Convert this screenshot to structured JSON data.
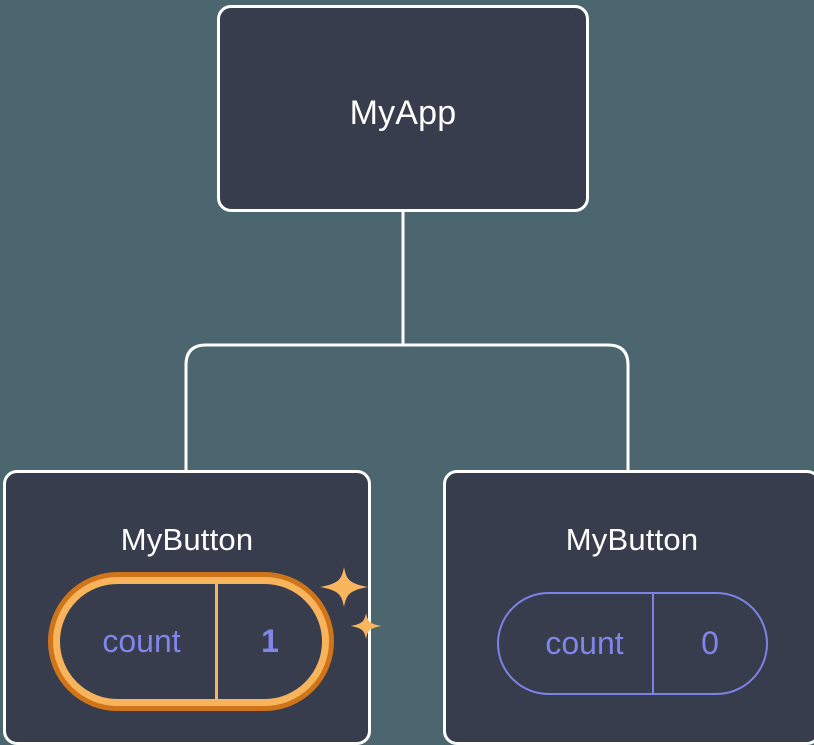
{
  "diagram": {
    "type": "component-tree",
    "title": "React component tree with per-instance state",
    "background_color": "#4c6670",
    "card_color": "#373d4c",
    "card_border_color": "#ffffff",
    "connector_color": "#ffffff",
    "accent_highlight_outer": "#cf7418",
    "accent_highlight_inner": "#f8b45c",
    "accent_state_color": "#8085ea"
  },
  "nodes": {
    "root": {
      "id": "my-app",
      "label": "MyApp",
      "highlighted": false,
      "state": null
    },
    "children": [
      {
        "id": "my-button-left",
        "label": "MyButton",
        "highlighted": true,
        "state": {
          "key": "count",
          "value": "1"
        },
        "sparkle_icons": [
          "sparkle-large-icon",
          "sparkle-small-icon"
        ]
      },
      {
        "id": "my-button-right",
        "label": "MyButton",
        "highlighted": false,
        "state": {
          "key": "count",
          "value": "0"
        },
        "sparkle_icons": []
      }
    ]
  },
  "edges": [
    {
      "from": "my-app",
      "to": "my-button-left"
    },
    {
      "from": "my-app",
      "to": "my-button-right"
    }
  ]
}
